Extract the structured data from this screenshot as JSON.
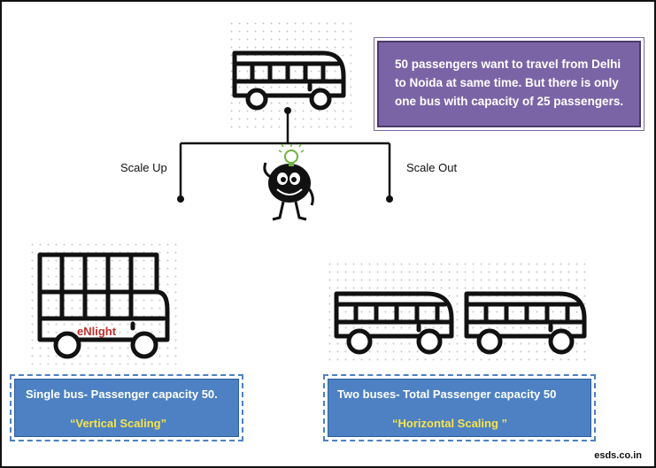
{
  "info": {
    "text": "50 passengers want to travel  from Delhi to Noida at same time. But there is only one bus with capacity of 25 passengers."
  },
  "labels": {
    "scale_up": "Scale Up",
    "scale_out": "Scale Out"
  },
  "brand_on_bus": "eNlight",
  "vertical": {
    "line1": "Single bus- Passenger capacity 50.",
    "line2": "“Vertical Scaling”"
  },
  "horizontal": {
    "line1": "Two buses- Total Passenger capacity 50",
    "line2": "“Horizontal Scaling ”"
  },
  "footer": "esds.co.in",
  "colors": {
    "info_box": "#7b64a6",
    "blue_box": "#4d81c3",
    "highlight_text": "#f7e34a",
    "brand_text": "#c0322f"
  }
}
